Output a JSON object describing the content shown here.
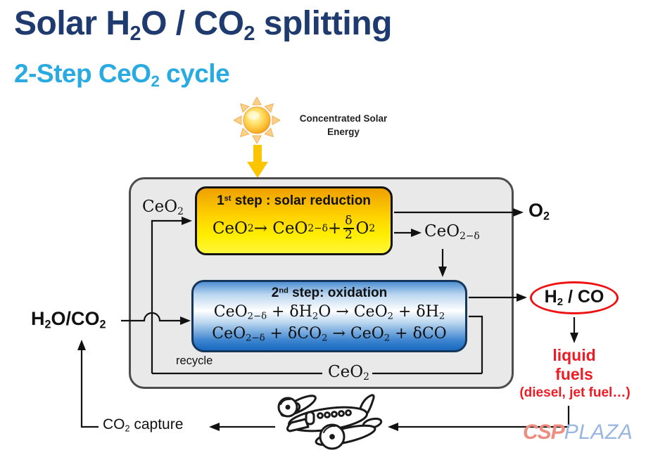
{
  "colors": {
    "navy": "#1e3a6e",
    "cyan": "#29abe2",
    "red": "#ed1c24",
    "oval_red": "#ee1111",
    "gold": "#fbc500",
    "container_gray": "#e9e9e9",
    "border_gray": "#4d4d4d",
    "yellow_top": "#efa000",
    "yellow_bottom": "#fff63d",
    "blue_top": "#4e8fd2",
    "blue_bottom": "#1769c0",
    "blue_border": "#16365c",
    "logo_salmon": "#ef8d80",
    "logo_blue": "#98b6e0"
  },
  "header": {
    "title_parts": [
      {
        "t": "Solar H"
      },
      {
        "t": "2",
        "sub": true
      },
      {
        "t": "O / CO"
      },
      {
        "t": "2",
        "sub": true
      },
      {
        "t": " splitting"
      }
    ],
    "subtitle_parts": [
      {
        "t": "2-Step CeO"
      },
      {
        "t": "2",
        "sub": true
      },
      {
        "t": " cycle"
      }
    ]
  },
  "solar": {
    "label_line1": "Concentrated Solar",
    "label_line2": "Energy"
  },
  "diagram": {
    "step1": {
      "title_parts": [
        {
          "t": "1"
        },
        {
          "t": "st",
          "sup": true
        },
        {
          "t": " step : solar reduction"
        }
      ],
      "equation": [
        {
          "t": "CeO"
        },
        {
          "t": "2",
          "sub": true
        },
        {
          "t": " → CeO"
        },
        {
          "t": "2−δ",
          "sub": true
        },
        {
          "t": " + "
        },
        {
          "frac": [
            "δ",
            "2"
          ]
        },
        {
          "t": "O"
        },
        {
          "t": "2",
          "sub": true
        }
      ]
    },
    "step2": {
      "title_parts": [
        {
          "t": "2"
        },
        {
          "t": "nd",
          "sup": true
        },
        {
          "t": " step: oxidation"
        }
      ],
      "equation1": [
        {
          "t": "CeO"
        },
        {
          "t": "2−δ",
          "sub": true
        },
        {
          "t": " + δH"
        },
        {
          "t": "2",
          "sub": true
        },
        {
          "t": "O → CeO"
        },
        {
          "t": "2",
          "sub": true
        },
        {
          "t": " + δH"
        },
        {
          "t": "2",
          "sub": true
        }
      ],
      "equation2": [
        {
          "t": "CeO"
        },
        {
          "t": "2−δ",
          "sub": true
        },
        {
          "t": " + δCO"
        },
        {
          "t": "2",
          "sub": true
        },
        {
          "t": " → CeO"
        },
        {
          "t": "2",
          "sub": true
        },
        {
          "t": " + δCO"
        }
      ]
    },
    "labels": {
      "ceo2": [
        {
          "t": "CeO"
        },
        {
          "t": "2",
          "sub": true
        }
      ],
      "ceo2_delta": [
        {
          "t": "CeO"
        },
        {
          "t": "2−δ",
          "sub": true
        }
      ],
      "o2": [
        {
          "t": "O"
        },
        {
          "t": "2",
          "sub": true
        }
      ],
      "h2o_co2": [
        {
          "t": "H"
        },
        {
          "t": "2",
          "sub": true
        },
        {
          "t": "O/CO"
        },
        {
          "t": "2",
          "sub": true
        }
      ],
      "h2_co": [
        {
          "t": "H"
        },
        {
          "t": "2",
          "sub": true
        },
        {
          "t": " / CO"
        }
      ],
      "co2_capture": [
        {
          "t": "CO"
        },
        {
          "t": "2",
          "sub": true
        },
        {
          "t": " capture"
        }
      ],
      "recycle": "recycle"
    },
    "outputs": {
      "liquid_line1": "liquid",
      "liquid_line2": "fuels",
      "diesel_note": "(diesel, jet fuel…)"
    }
  },
  "logo": {
    "csp": "CSP",
    "plaza": "PLAZA"
  }
}
